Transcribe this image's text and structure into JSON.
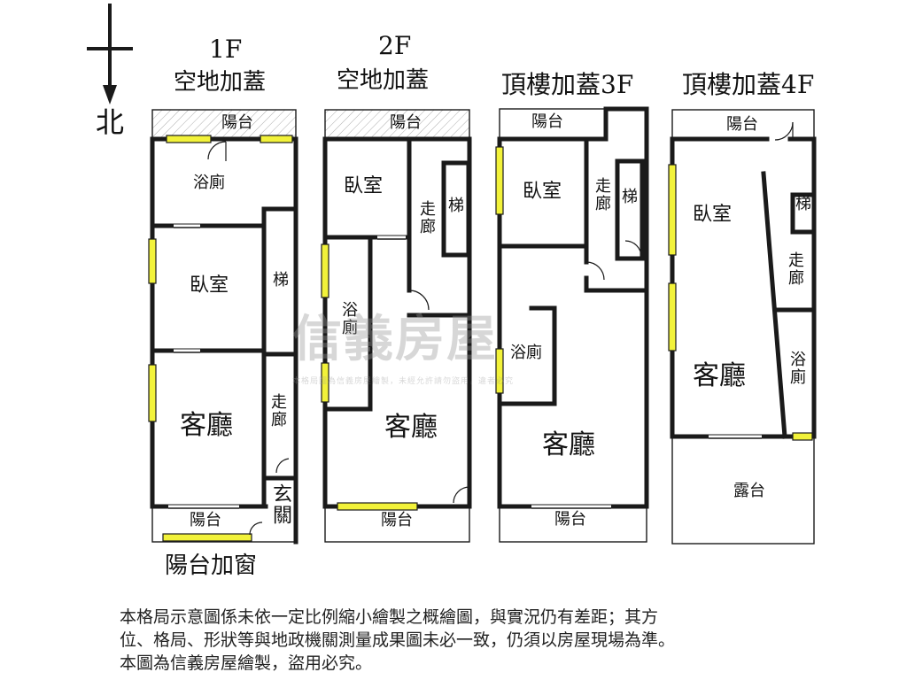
{
  "compass": {
    "north_label": "北"
  },
  "floors": [
    {
      "floor_label": "1F",
      "extension_label": "空地加蓋",
      "rooms": {
        "balcony_top": "陽台",
        "bath": "浴廁",
        "bedroom": "臥室",
        "stairs": "梯",
        "corridor": "走廊",
        "living": "客廳",
        "entrance": "玄關",
        "balcony_bottom": "陽台"
      },
      "note_below": "陽台加窗"
    },
    {
      "floor_label": "2F",
      "extension_label": "空地加蓋",
      "rooms": {
        "balcony_top": "陽台",
        "bedroom": "臥室",
        "corridor": "走廊",
        "stairs": "梯",
        "bath": "浴廁",
        "living": "客廳",
        "balcony_bottom": "陽台"
      }
    },
    {
      "floor_label": "頂樓加蓋3F",
      "rooms": {
        "balcony_top": "陽台",
        "bedroom": "臥室",
        "corridor": "走廊",
        "stairs": "梯",
        "bath": "浴廁",
        "living": "客廳",
        "balcony_bottom": "陽台"
      }
    },
    {
      "floor_label": "頂樓加蓋4F",
      "rooms": {
        "balcony_top": "陽台",
        "bedroom": "臥室",
        "stairs": "梯",
        "corridor": "走廊",
        "living": "客廳",
        "bath": "浴廁",
        "terrace": "露台"
      }
    }
  ],
  "watermark": {
    "brand": "信義房屋",
    "caption": "本格局圖為信義房屋繪製，未經允許請勿盜用，違者必究"
  },
  "disclaimer": [
    "本格局示意圖係未依一定比例縮小繪製之概繪圖，與實況仍有差距；其方",
    "位、格局、形狀等與地政機關測量成果圖未必一致，仍須以房屋現場為準。",
    "本圖為信義房屋繪製，盜用必究。"
  ],
  "colors": {
    "wall": "#1a1a1a",
    "window": "#f2f23a"
  }
}
